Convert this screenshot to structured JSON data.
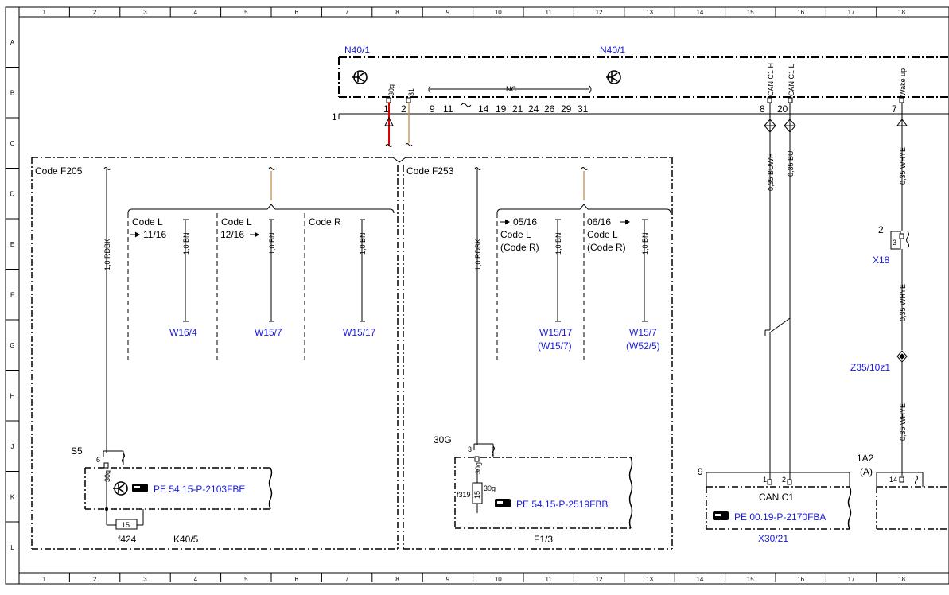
{
  "grid": {
    "columns": [
      "1",
      "2",
      "3",
      "4",
      "5",
      "6",
      "7",
      "8",
      "9",
      "10",
      "11",
      "12",
      "13",
      "14",
      "15",
      "16",
      "17",
      "18"
    ],
    "rows": [
      "A",
      "B",
      "C",
      "D",
      "E",
      "F",
      "G",
      "H",
      "J",
      "K",
      "L"
    ]
  },
  "labels": {
    "n40_1_left": "N40/1",
    "n40_1_right": "N40/1",
    "pin_30g": "30g",
    "pin_31": "31",
    "pin_nc": "NC",
    "pin_can_h": "CAN C1 H",
    "pin_can_l": "CAN C1 L",
    "pin_wakeup": "Wake up",
    "pins_row": [
      "1",
      "2",
      "9",
      "11",
      "14",
      "19",
      "21",
      "24",
      "26",
      "29",
      "31"
    ],
    "pin_8": "8",
    "pin_20": "20",
    "pin_7": "7",
    "node_1": "1",
    "code_f205": "Code F205",
    "code_f253": "Code F253",
    "wire_rdbk": "1,0 RDBK",
    "wire_bn": "1,0 BN",
    "code_l": "Code L",
    "code_r": "Code R",
    "code_r_paren": "(Code R)",
    "ref_1116": "11/16",
    "ref_1216": "12/16",
    "ref_0516": "05/16",
    "ref_0616": "06/16",
    "w16_4": "W16/4",
    "w15_7": "W15/7",
    "w15_17": "W15/17",
    "w15_7_paren": "(W15/7)",
    "w52_5_paren": "(W52/5)",
    "s5": "S5",
    "pin_6": "6",
    "pe_2103": "PE 54.15-P-2103FBE",
    "pin_15": "15",
    "f424": "f424",
    "k40_5": "K40/5",
    "label_30g_big": "30G",
    "pin_3": "3",
    "f319": "f319",
    "pe_2519": "PE 54.15-P-2519FBB",
    "f1_3": "F1/3",
    "wire_buwh": "0,35 BUWH",
    "wire_bu": "0,35 BU",
    "wire_whye": "0,35 WHYE",
    "conn_9": "9",
    "pin_c1": "1",
    "pin_c2": "2",
    "can_c1": "CAN C1",
    "pe_2170": "PE 00.19-P-2170FBA",
    "x30_21": "X30/21",
    "x18_pin2": "2",
    "x18": "X18",
    "z35": "Z35/10z1",
    "a1a2": "1A2",
    "a1a2_sub": "(A)",
    "pin_14": "14"
  },
  "colors": {
    "line": "#000000",
    "ref_text": "#1a1adc",
    "wire_red": "#e00000",
    "wire_brown": "#c8965a"
  }
}
